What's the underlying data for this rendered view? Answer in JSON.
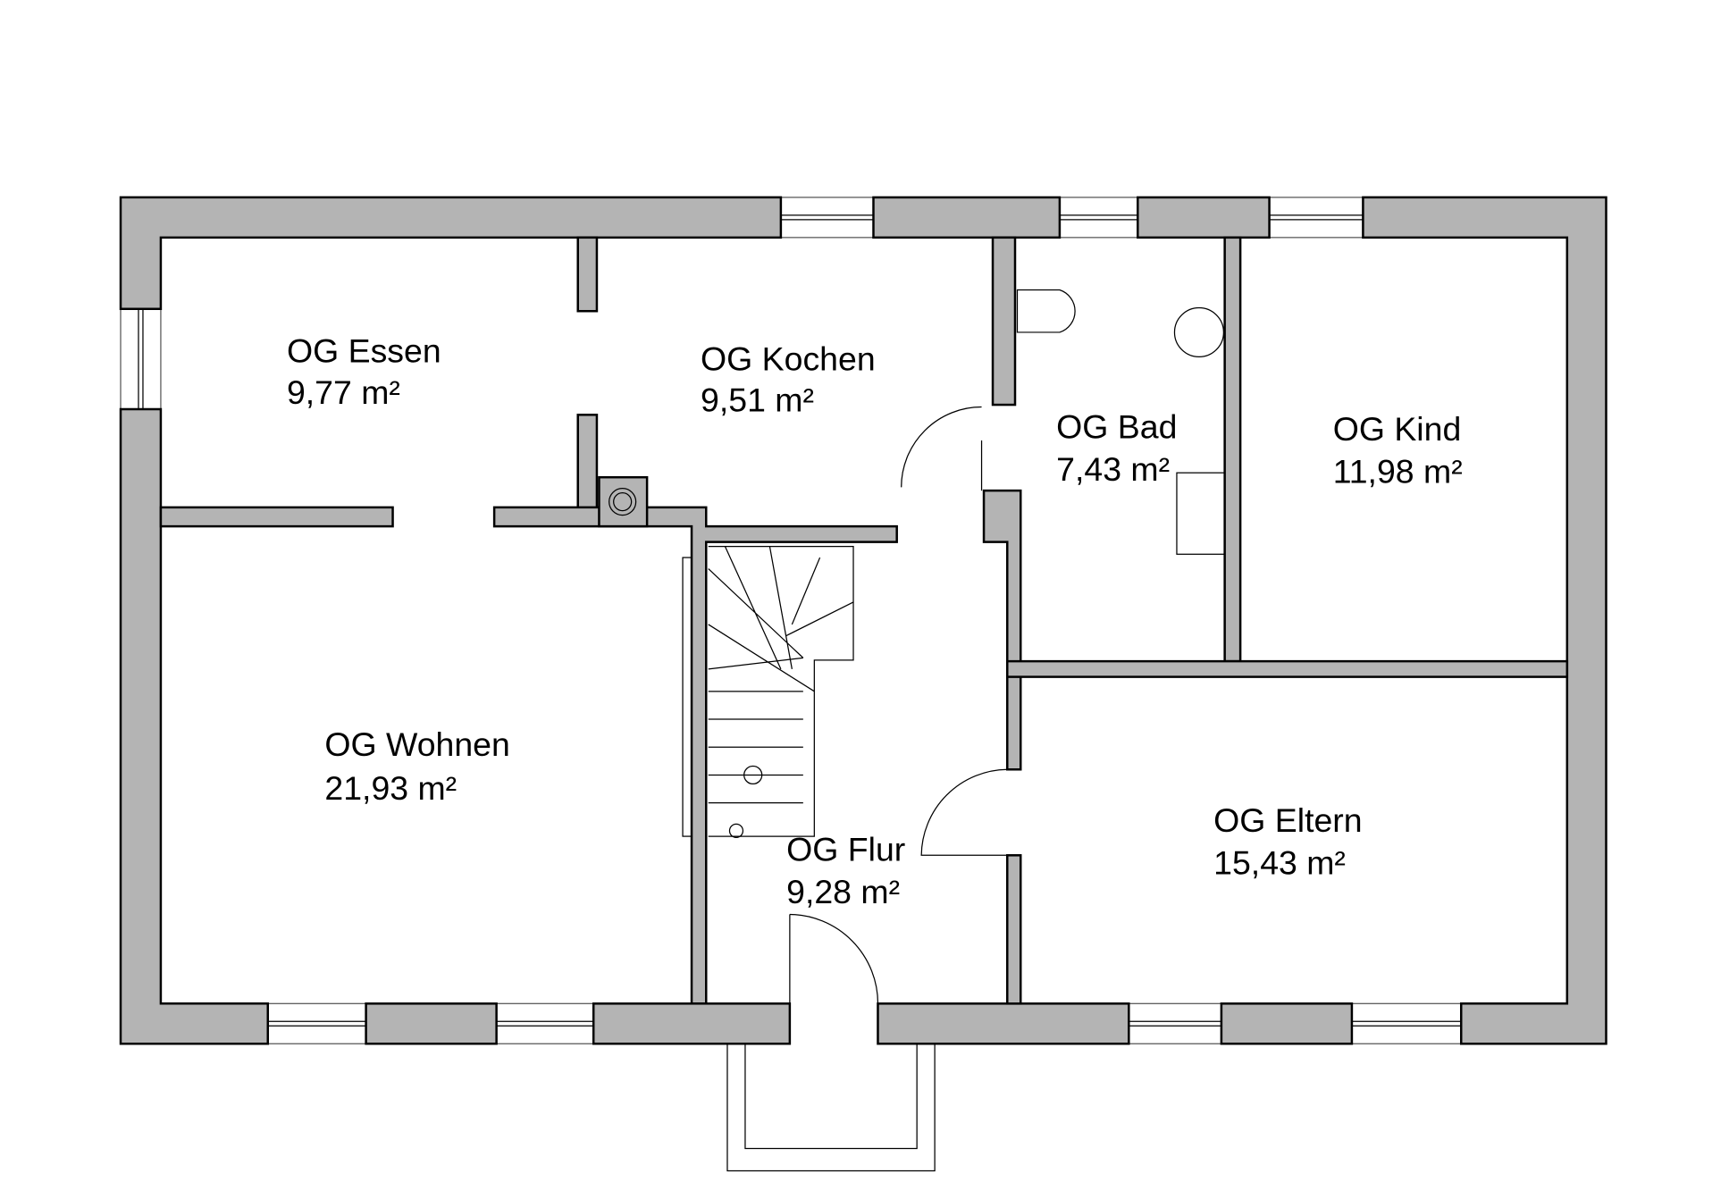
{
  "rooms": [
    {
      "name": "OG Essen",
      "area": "9,77 m²"
    },
    {
      "name": "OG Kochen",
      "area": "9,51 m²"
    },
    {
      "name": "OG Bad",
      "area": "7,43 m²"
    },
    {
      "name": "OG Kind",
      "area": "11,98 m²"
    },
    {
      "name": "OG Wohnen",
      "area": "21,93 m²"
    },
    {
      "name": "OG Flur",
      "area": "9,28 m²"
    },
    {
      "name": "OG Eltern",
      "area": "15,43 m²"
    }
  ],
  "colors": {
    "wall": "#b4b4b4",
    "line": "#000000"
  }
}
